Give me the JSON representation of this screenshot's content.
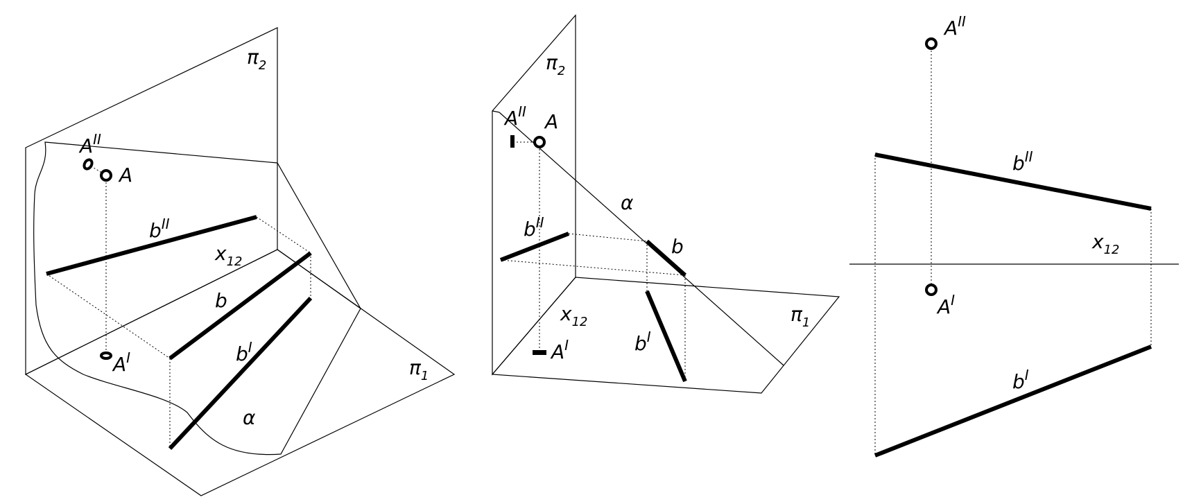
{
  "diagram": {
    "panel_left": {
      "plane_pi2": "π",
      "plane_pi2_sub": "2",
      "plane_pi1": "π",
      "plane_pi1_sub": "1",
      "axis": "x",
      "axis_sub": "12",
      "point": "A",
      "point_front": "A",
      "point_front_sup": "II",
      "point_top": "A",
      "point_top_sup": "I",
      "line": "b",
      "line_front": "b",
      "line_front_sup": "II",
      "line_top": "b",
      "line_top_sup": "I",
      "plane_alpha": "α"
    },
    "panel_middle": {
      "plane_pi2": "π",
      "plane_pi2_sub": "2",
      "plane_pi1": "π",
      "plane_pi1_sub": "1",
      "axis": "x",
      "axis_sub": "12",
      "point": "A",
      "point_front": "A",
      "point_front_sup": "II",
      "point_top": "A",
      "point_top_sup": "I",
      "line": "b",
      "line_front": "b",
      "line_front_sup": "II",
      "line_top": "b",
      "line_top_sup": "I",
      "plane_alpha": "α"
    },
    "panel_right": {
      "axis": "x",
      "axis_sub": "12",
      "point_front": "A",
      "point_front_sup": "II",
      "point_top": "A",
      "point_top_sup": "I",
      "line_front": "b",
      "line_front_sup": "II",
      "line_top": "b",
      "line_top_sup": "I"
    }
  }
}
